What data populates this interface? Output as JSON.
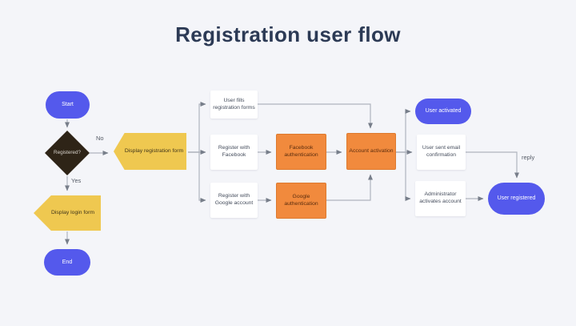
{
  "title": "Registration user flow",
  "nodes": {
    "start": "Start",
    "registered": "Registered?",
    "display_registration_form": "Display registration form",
    "display_login_form": "Display login form",
    "end": "End",
    "user_fills_forms": "User fills registration forms",
    "register_facebook": "Register with Facebook",
    "register_google": "Register with Google account",
    "facebook_auth": "Facebook authentication",
    "google_auth": "Google authentication",
    "account_activation": "Account activation",
    "user_activated": "User activated",
    "user_sent_email": "User sent email confirmation",
    "admin_activates": "Administrator activates account",
    "user_registered": "User registered"
  },
  "edge_labels": {
    "no": "No",
    "yes": "Yes",
    "reply": "reply"
  },
  "colors": {
    "background": "#F4F5F9",
    "terminator_blue": "#5459EC",
    "decision_dark": "#2E2417",
    "display_yellow": "#EFC850",
    "process_orange": "#F18A3D",
    "connector_gray": "#AFB4BE",
    "title_navy": "#2C3A55"
  }
}
